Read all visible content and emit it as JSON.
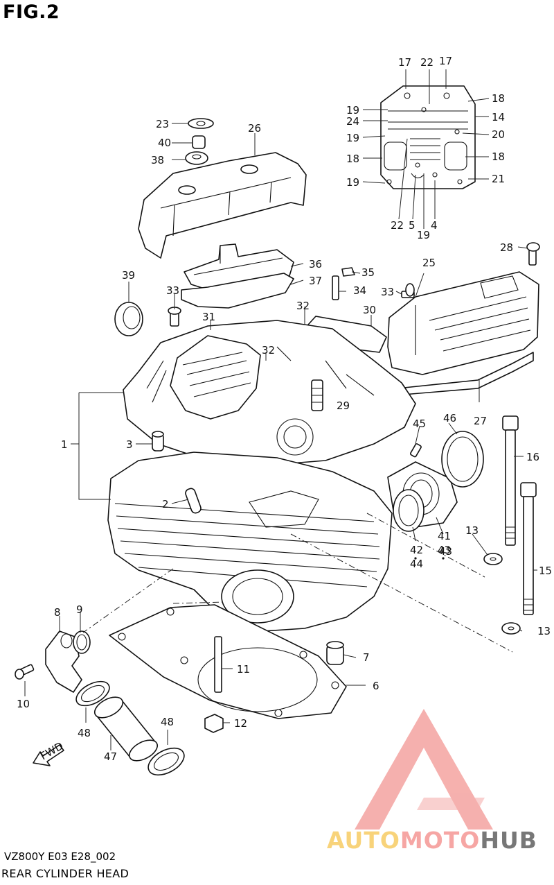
{
  "figure": {
    "title": "FIG.2",
    "model_code": "VZ800Y E03 E28_002",
    "caption": "REAR CYLINDER HEAD"
  },
  "watermark": {
    "word_1": "AUTO",
    "word_2": "MOTO",
    "word_3": "HUB",
    "colors": {
      "auto": "#f8d37a",
      "moto": "#f6a6a4",
      "hub": "#777777",
      "logo": "#f4a3a0"
    }
  },
  "callouts": {
    "p1": "1",
    "p2": "2",
    "p3": "3",
    "p4": "4",
    "p5": "5",
    "p6": "6",
    "p7": "7",
    "p8": "8",
    "p9": "9",
    "p10": "10",
    "p11": "11",
    "p12": "12",
    "p13a": "13",
    "p13b": "13",
    "p14": "14",
    "p15": "15",
    "p16": "16",
    "p17a": "17",
    "p17b": "17",
    "p18a": "18",
    "p18b": "18",
    "p18c": "18",
    "p19a": "19",
    "p19b": "19",
    "p19c": "19",
    "p19d": "19",
    "p20": "20",
    "p21": "21",
    "p22a": "22",
    "p22b": "22",
    "p23": "23",
    "p24": "24",
    "p25": "25",
    "p26": "26",
    "p27": "27",
    "p28": "28",
    "p29": "29",
    "p30": "30",
    "p31": "31",
    "p32a": "32",
    "p32b": "32",
    "p33a": "33",
    "p33b": "33",
    "p34": "34",
    "p35": "35",
    "p36": "36",
    "p37": "37",
    "p38": "38",
    "p39": "39",
    "p40": "40",
    "p41": "41",
    "p42": "42",
    "p43a": "43",
    "p43b": "43",
    "p44": "44",
    "p45": "45",
    "p46": "46",
    "p47": "47",
    "p48a": "48",
    "p48b": "48",
    "fwd": "FWD"
  }
}
